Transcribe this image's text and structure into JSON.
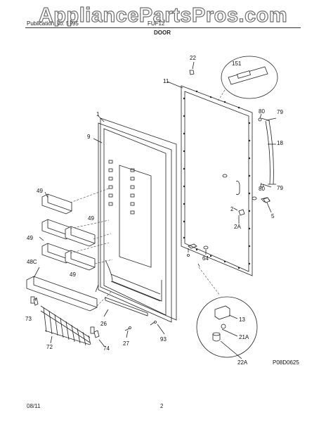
{
  "header": {
    "left": "Publication No: 5995",
    "model": "FUF12",
    "section": "DOOR"
  },
  "watermark": "AppliancePartsPros.com",
  "diagram_code": "P08D0625",
  "footer": {
    "date": "08/11",
    "page": "2"
  },
  "callouts": [
    "151",
    "22",
    "11",
    "80",
    "79",
    "18",
    "1",
    "9",
    "80",
    "79",
    "5",
    "2",
    "49",
    "49",
    "2A",
    "49",
    "49",
    "64",
    "48C",
    "13",
    "73",
    "26",
    "93",
    "21A",
    "72",
    "74",
    "27",
    "22A"
  ]
}
